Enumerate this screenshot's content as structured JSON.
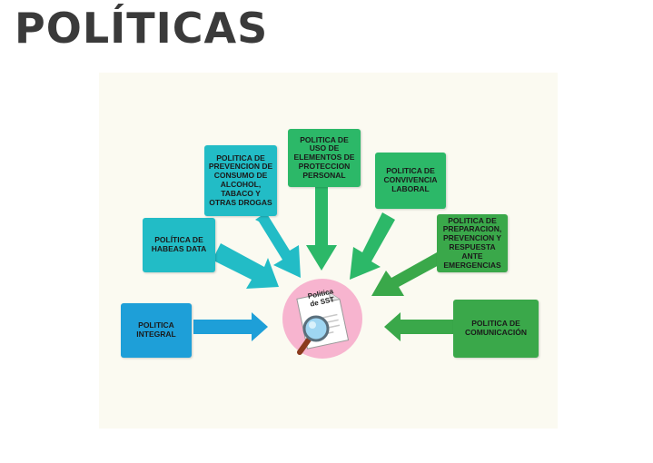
{
  "page": {
    "title": "POLÍTICAS"
  },
  "diagram": {
    "center": {
      "label": "Politica\nde SST",
      "icon": "document-magnifier-icon"
    },
    "nodes": [
      {
        "id": "integral",
        "label": "POLITICA\nINTEGRAL",
        "color": "#1e9fd8"
      },
      {
        "id": "habeas",
        "label": "POLÍTICA DE\nHABEAS DATA",
        "color": "#22bcc6"
      },
      {
        "id": "alcohol",
        "label": "POLITICA DE\nPREVENCION DE\nCONSUMO DE\nALCOHOL,\nTABACO Y\nOTRAS DROGAS",
        "color": "#22bcc6"
      },
      {
        "id": "epp",
        "label": "POLITICA DE\nUSO DE\nELEMENTOS DE\nPROTECCION\nPERSONAL",
        "color": "#2cb868"
      },
      {
        "id": "convivencia",
        "label": "POLITICA DE\nCONVIVENCIA\nLABORAL",
        "color": "#2cb868"
      },
      {
        "id": "emergencias",
        "label": "POLITICA DE\nPREPARACION,\nPREVENCION Y\nRESPUESTA\nANTE\nEMERGENCIAS",
        "color": "#3aa84a"
      },
      {
        "id": "comunicacion",
        "label": "POLITICA DE\nCOMUNICACIÓN",
        "color": "#3aa84a"
      }
    ]
  }
}
